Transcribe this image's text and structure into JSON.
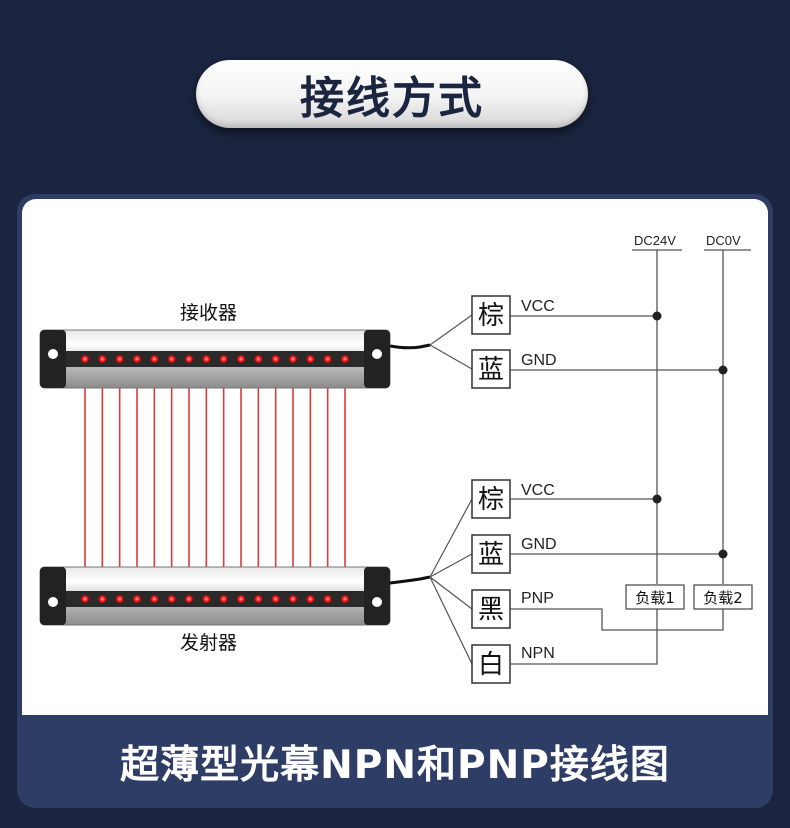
{
  "header": {
    "title": "接线方式"
  },
  "diagram": {
    "receiver_label": "接收器",
    "emitter_label": "发射器",
    "rails": {
      "dc24v": "DC24V",
      "dc0v": "DC0V"
    },
    "receiver_wires": [
      {
        "color_char": "棕",
        "signal": "VCC"
      },
      {
        "color_char": "蓝",
        "signal": "GND"
      }
    ],
    "emitter_wires": [
      {
        "color_char": "棕",
        "signal": "VCC"
      },
      {
        "color_char": "蓝",
        "signal": "GND"
      },
      {
        "color_char": "黑",
        "signal": "PNP"
      },
      {
        "color_char": "白",
        "signal": "NPN"
      }
    ],
    "loads": [
      "负载1",
      "负载2"
    ],
    "beam_count": 16,
    "colors": {
      "beam": "#e23a3a",
      "emitter_dot": "#ff2a2a",
      "wire": "#555555"
    }
  },
  "footer": {
    "caption": "超薄型光幕NPN和PNP接线图"
  }
}
